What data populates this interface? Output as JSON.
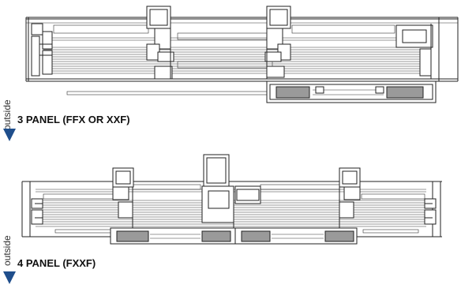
{
  "diagrams": [
    {
      "title": "3 PANEL (FFX OR XXF)",
      "side_label": "outside",
      "arrow_color": "#1f4e8c"
    },
    {
      "title": "4 PANEL (FXXF)",
      "side_label": "outside",
      "arrow_color": "#1f4e8c"
    }
  ]
}
